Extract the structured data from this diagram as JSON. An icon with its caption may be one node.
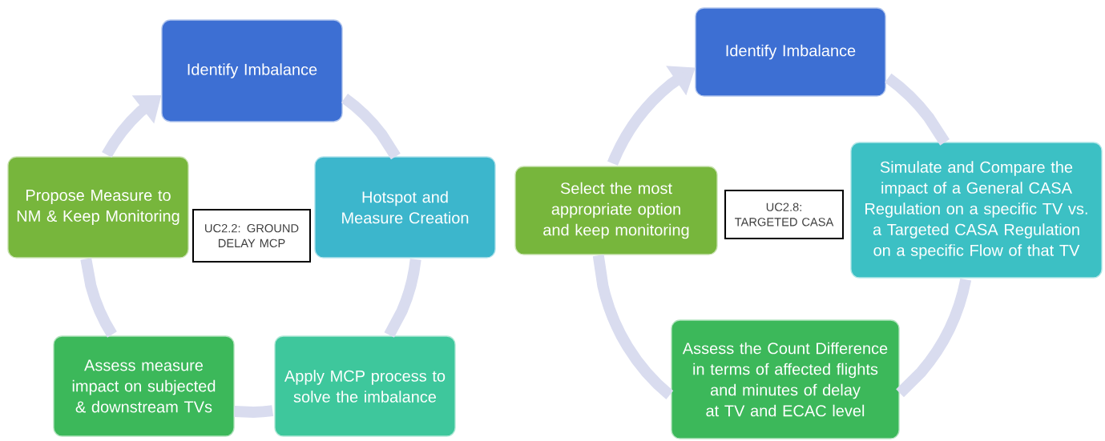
{
  "diagram": {
    "nodes": [
      {
        "text": [
          "Identify Imbalance"
        ]
      },
      {
        "text": [
          "Hotspot and Measure Creation"
        ]
      },
      {
        "text": [
          "Apply MCP process to solve the imbalance"
        ]
      },
      {
        "text": [
          "Assess measure impact on subjected & downstream TVs"
        ]
      },
      {
        "text": [
          "Propose Measure to NM & Keep Monitoring"
        ]
      },
      {
        "text": [
          "UC2.2: GROUND DELAY MCP"
        ]
      },
      {
        "text": [
          "Identify Imbalance"
        ]
      },
      {
        "text": [
          "Simulate and Compare the impact of a General CASA Regulation on a specific TV vs. a Targeted CASA Regulation on a specific Flow of that TV"
        ]
      },
      {
        "text": [
          "Assess the Count Difference in terms of affected flights and minutes of delay at TV and ECAC level"
        ]
      },
      {
        "text": [
          "Select the most appropriate option and keep monitoring"
        ]
      },
      {
        "text": [
          "UC2.8: TARGETED CASA"
        ]
      }
    ],
    "edges": [
      {
        "from": 0,
        "to": 1,
        "arrow": "none"
      },
      {
        "from": 1,
        "to": 2,
        "arrow": "none"
      },
      {
        "from": 2,
        "to": 3,
        "arrow": "none"
      },
      {
        "from": 3,
        "to": 4,
        "arrow": "none"
      },
      {
        "from": 4,
        "to": 0,
        "arrow": "to"
      },
      {
        "from": 6,
        "to": 7,
        "arrow": "none"
      },
      {
        "from": 7,
        "to": 8,
        "arrow": "none"
      },
      {
        "from": 8,
        "to": 9,
        "arrow": "none"
      },
      {
        "from": 9,
        "to": 6,
        "arrow": "to"
      }
    ]
  }
}
